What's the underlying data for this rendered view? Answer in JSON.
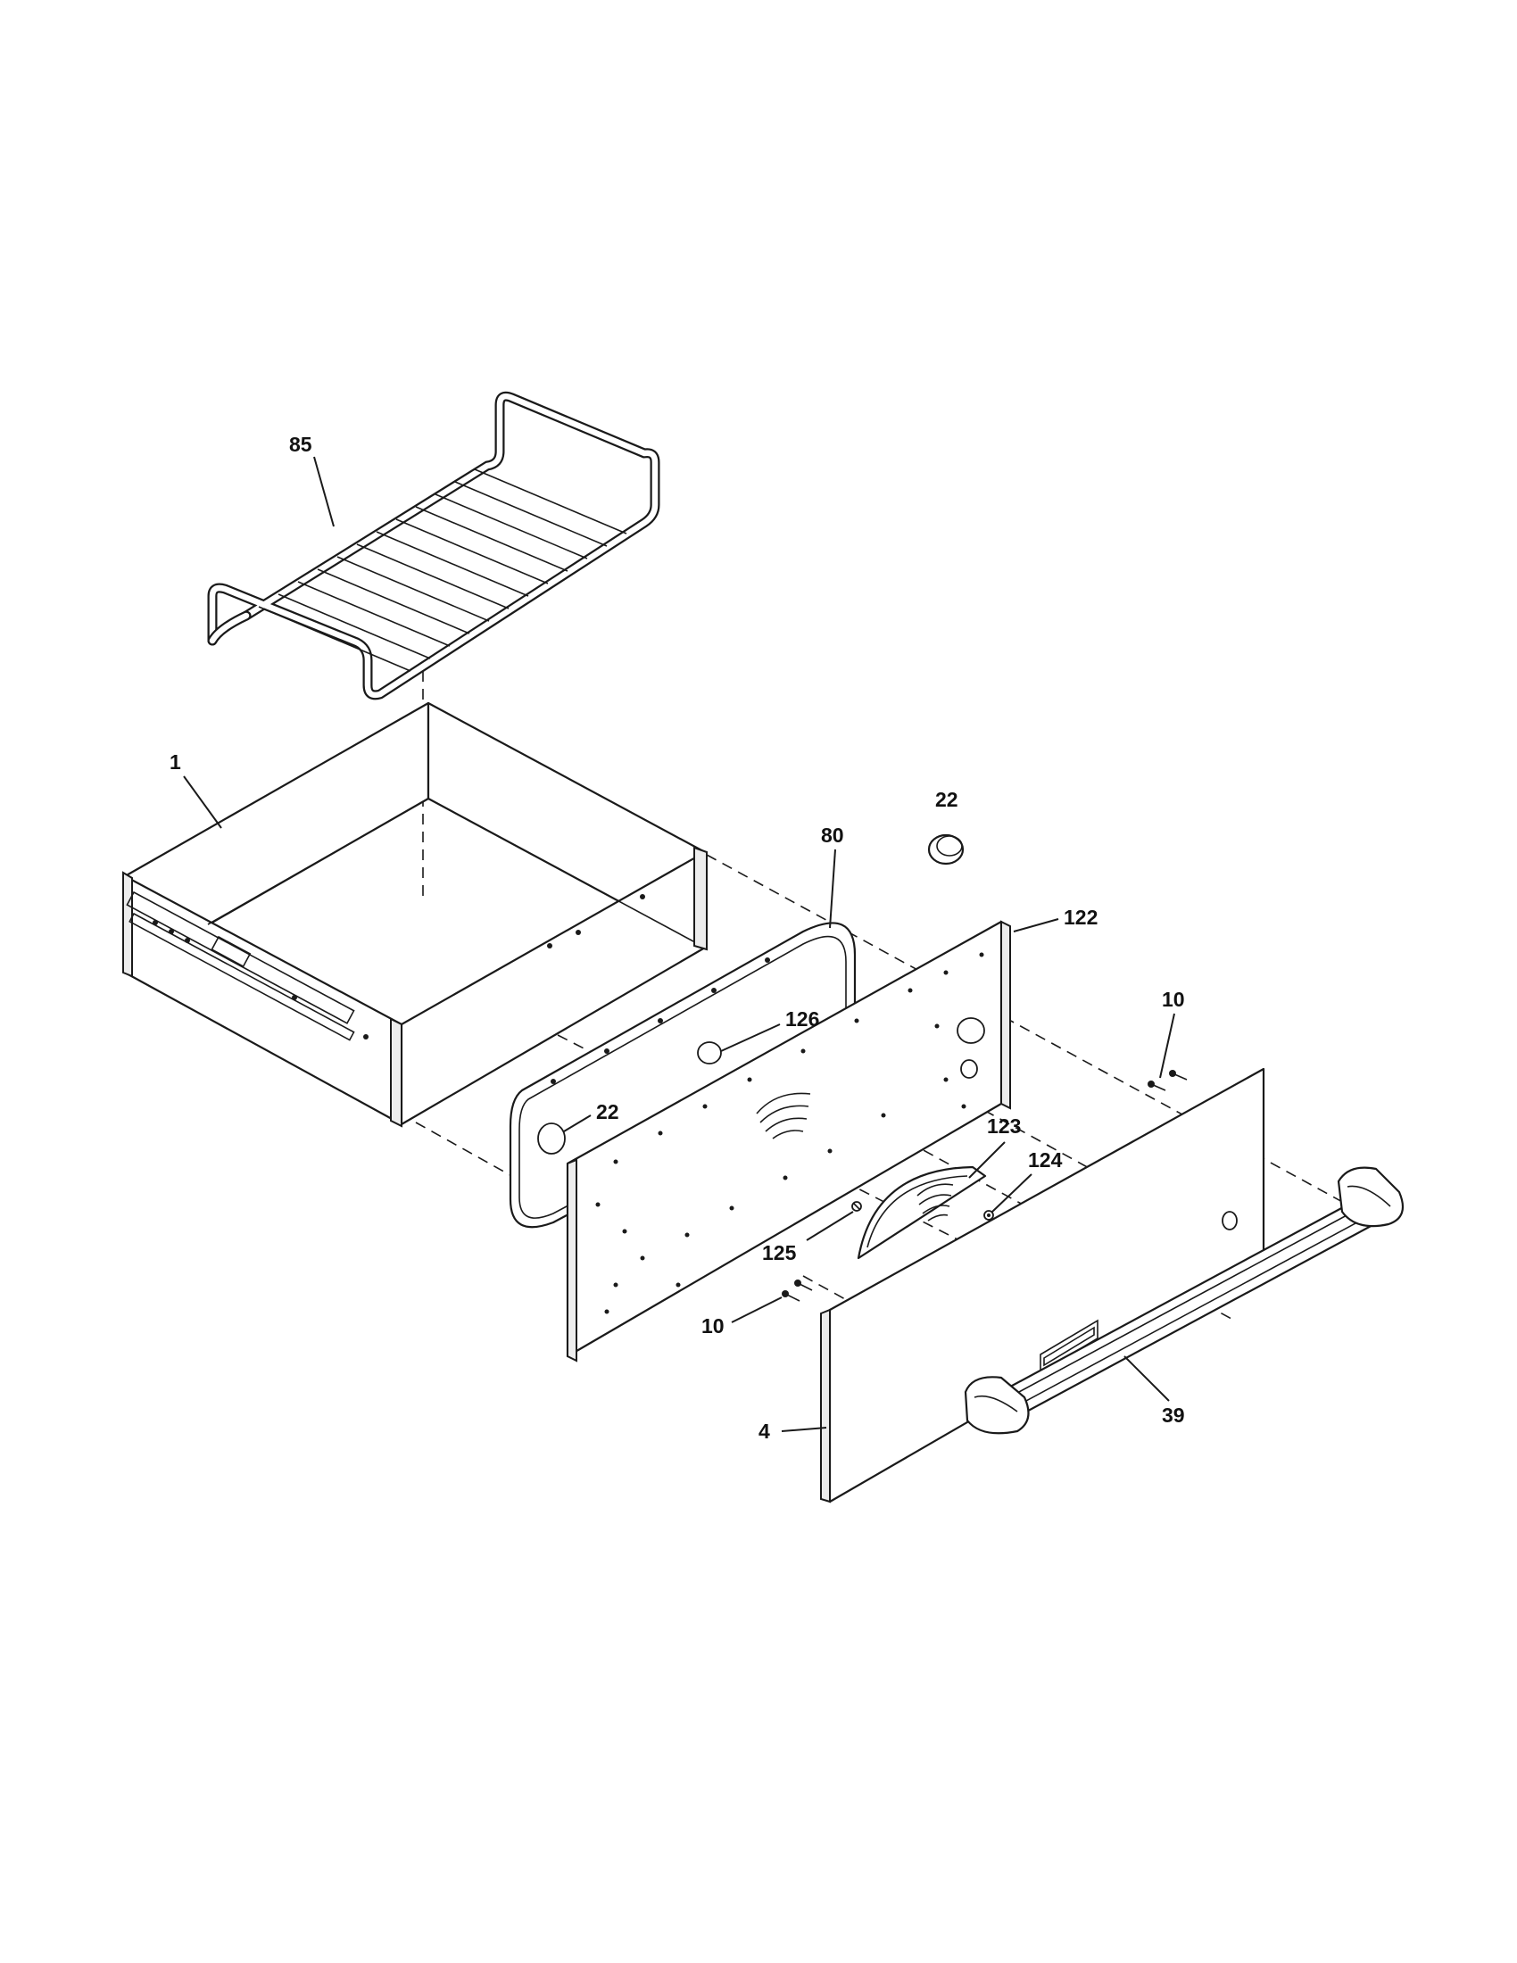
{
  "diagram": {
    "callouts": {
      "rack": "85",
      "drawer_body": "1",
      "gasket": "80",
      "plug_top": "22",
      "plug_left": "22",
      "inner_panel": "122",
      "plug_center": "126",
      "screws_upper": "10",
      "screws_lower": "10",
      "emblem_cover": "123",
      "screw_emblem": "124",
      "clip_emblem": "125",
      "handle": "39",
      "outer_panel": "4"
    }
  }
}
